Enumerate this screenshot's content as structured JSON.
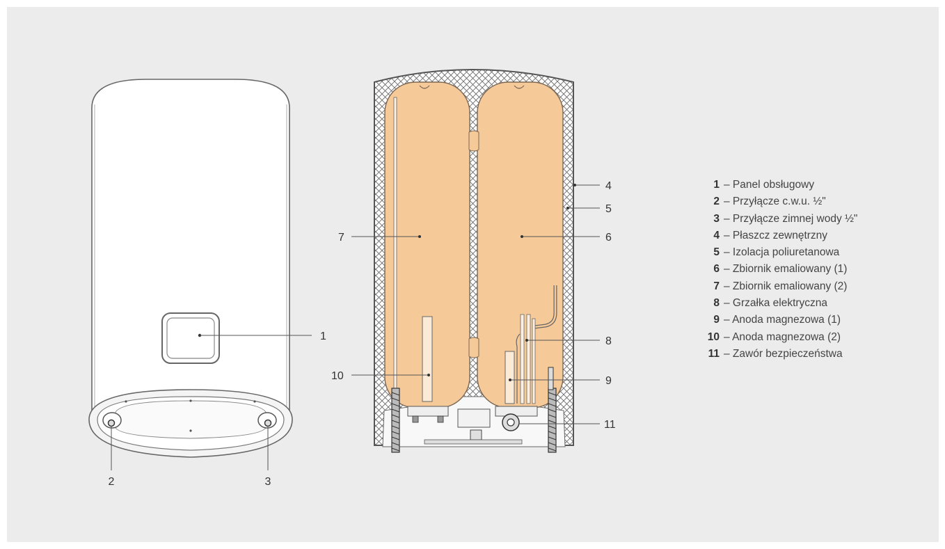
{
  "colors": {
    "background": "#ececec",
    "tank": "#f5c998",
    "insulation": "#ffffff",
    "line": "#555555",
    "text": "#444444"
  },
  "callouts": {
    "c1": "1",
    "c2": "2",
    "c3": "3",
    "c4": "4",
    "c5": "5",
    "c6": "6",
    "c7": "7",
    "c8": "8",
    "c9": "9",
    "c10": "10",
    "c11": "11"
  },
  "legend": [
    {
      "num": "1",
      "text": "– Panel obsługowy"
    },
    {
      "num": "2",
      "text": "– Przyłącze c.w.u. ½\""
    },
    {
      "num": "3",
      "text": "– Przyłącze zimnej wody ½\""
    },
    {
      "num": "4",
      "text": "– Płaszcz zewnętrzny"
    },
    {
      "num": "5",
      "text": "– Izolacja poliuretanowa"
    },
    {
      "num": "6",
      "text": "– Zbiornik emaliowany (1)"
    },
    {
      "num": "7",
      "text": "– Zbiornik emaliowany (2)"
    },
    {
      "num": "8",
      "text": "– Grzałka elektryczna"
    },
    {
      "num": "9",
      "text": "– Anoda magnezowa (1)"
    },
    {
      "num": "10",
      "text": "– Anoda magnezowa (2)"
    },
    {
      "num": "11",
      "text": "– Zawór bezpieczeństwa"
    }
  ]
}
